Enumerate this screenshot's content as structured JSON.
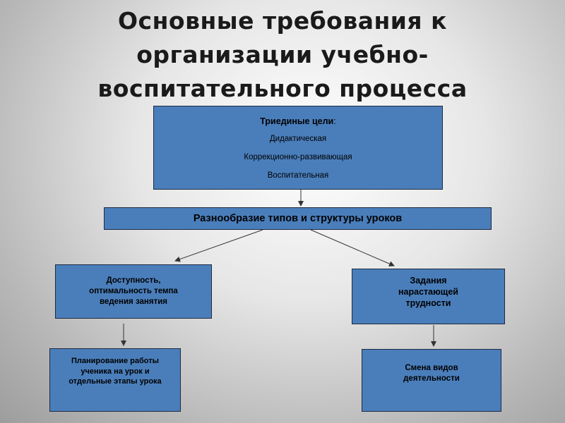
{
  "title_lines": [
    "Основные требования к",
    "организации учебно-",
    "воспитательного процесса"
  ],
  "goals": {
    "heading": "Триединые цели",
    "heading_suffix": ":",
    "items": [
      "Дидактическая",
      "Коррекционно-развивающая",
      "Воспитательная"
    ]
  },
  "variety": "Разнообразие типов и структуры уроков",
  "access_lines": [
    "Доступность,",
    "оптимальность темпа",
    "ведения занятия"
  ],
  "tasks_lines": [
    "Задания",
    "нарастающей",
    "трудности"
  ],
  "planning_lines": [
    "Планирование работы",
    "ученика на урок и",
    "отдельные этапы урока"
  ],
  "change_lines": [
    "Смена видов",
    "деятельности"
  ],
  "colors": {
    "box_fill": "#4a7ebb",
    "box_border": "#1d2a40",
    "arrow": "#333333"
  }
}
